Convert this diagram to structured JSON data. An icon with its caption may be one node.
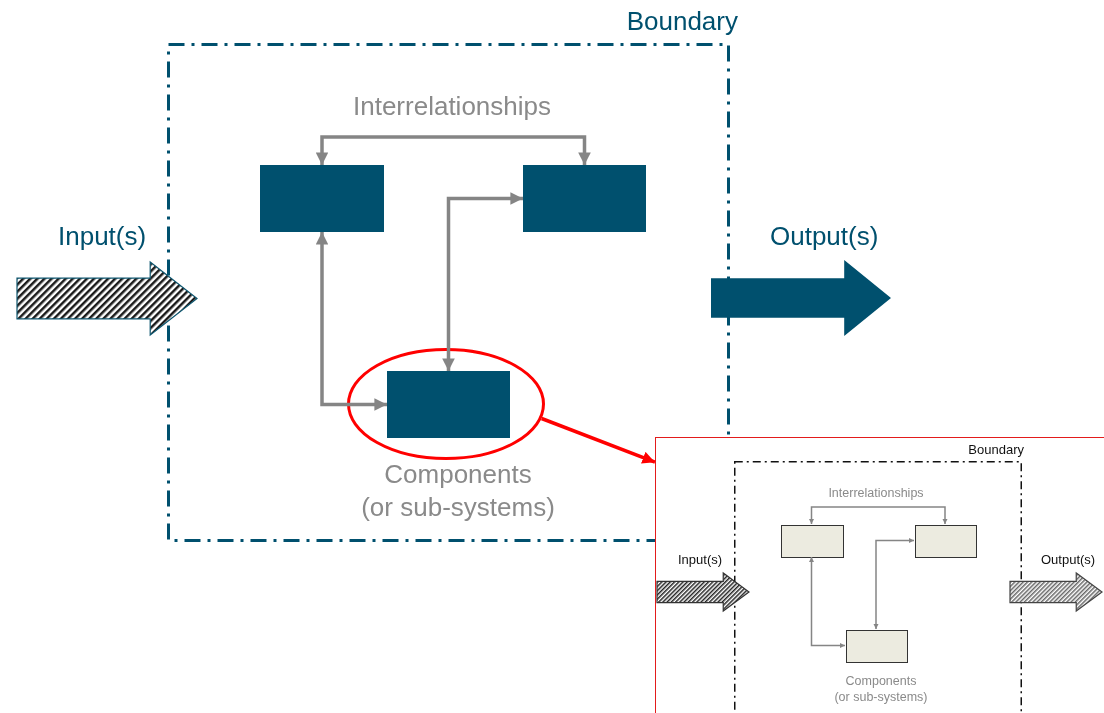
{
  "diagram": {
    "nodes": [
      {
        "text": [
          "Boundary"
        ]
      },
      {
        "text": [],
        "shape": "box",
        "in": 0
      },
      {
        "text": [],
        "shape": "box",
        "in": 0
      },
      {
        "text": [],
        "shape": "ellipse",
        "in": 0
      },
      {
        "text": [],
        "shape": "box",
        "in": 3
      },
      {
        "text": [
          "Input(s)"
        ]
      },
      {
        "text": [
          "Output(s)"
        ]
      },
      {
        "text": [],
        "shape": "box"
      },
      {
        "text": [
          "Boundary"
        ],
        "in": 7
      },
      {
        "text": [],
        "shape": "box",
        "in": 8
      },
      {
        "text": [],
        "shape": "box",
        "in": 8
      },
      {
        "text": [],
        "shape": "box",
        "in": 8
      },
      {
        "text": [
          "Input(s)"
        ],
        "in": 7
      },
      {
        "text": [
          "Output(s)"
        ],
        "in": 7
      }
    ],
    "edges": [
      {
        "from": 1,
        "to": 2,
        "arrow": "both"
      },
      {
        "from": 1,
        "to": 4,
        "arrow": "both"
      },
      {
        "from": 4,
        "to": 2,
        "arrow": "both"
      },
      {
        "from": 3,
        "to": 7,
        "arrow": "to",
        "color": "#ff0000"
      },
      {
        "from": 9,
        "to": 10,
        "arrow": "both"
      },
      {
        "from": 9,
        "to": 11,
        "arrow": "both"
      },
      {
        "from": 11,
        "to": 10,
        "arrow": "both"
      }
    ],
    "labels": [
      "Interrelationships",
      "Components (or sub-systems)",
      "Interrelationships",
      "Components (or sub-systems)"
    ]
  }
}
